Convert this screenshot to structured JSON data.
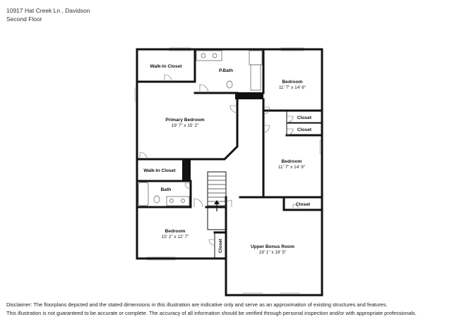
{
  "header": {
    "address": "10917 Hat Creek Ln , Davidson",
    "floor": "Second Floor"
  },
  "rooms": {
    "walkin_closet_top": "Walk-In Closet",
    "pbath": "P.Bath",
    "bedroom_ne": {
      "name": "Bedroom",
      "dims": "11' 7\" x 14' 6\""
    },
    "primary": {
      "name": "Primary Bedroom",
      "dims": "19' 7\" x 15' 2\""
    },
    "closet_a": "Closet",
    "closet_b": "Closet",
    "bedroom_e": {
      "name": "Bedroom",
      "dims": "11' 7\" x 14' 9\""
    },
    "walkin_closet_bottom": "Walk-In Closet",
    "bath": "Bath",
    "closet_c": "Closet",
    "bedroom_sw": {
      "name": "Bedroom",
      "dims": "15' 2\" x 12' 7\""
    },
    "closet_d": "Closet",
    "bonus": {
      "name": "Upper Bonus Room",
      "dims": "19' 1\" x 19' 5\""
    }
  },
  "disclaimer": {
    "line1": "Disclaimer: The floorplans depicted and the stated dimensions in this illustration are indicative only and serve as an approximation of existing structures and features.",
    "line2": "This illustration is not guaranteed to be accurate or complete. The accuracy of all information should be verified through personal inspection and/or with appropriate professionals."
  }
}
